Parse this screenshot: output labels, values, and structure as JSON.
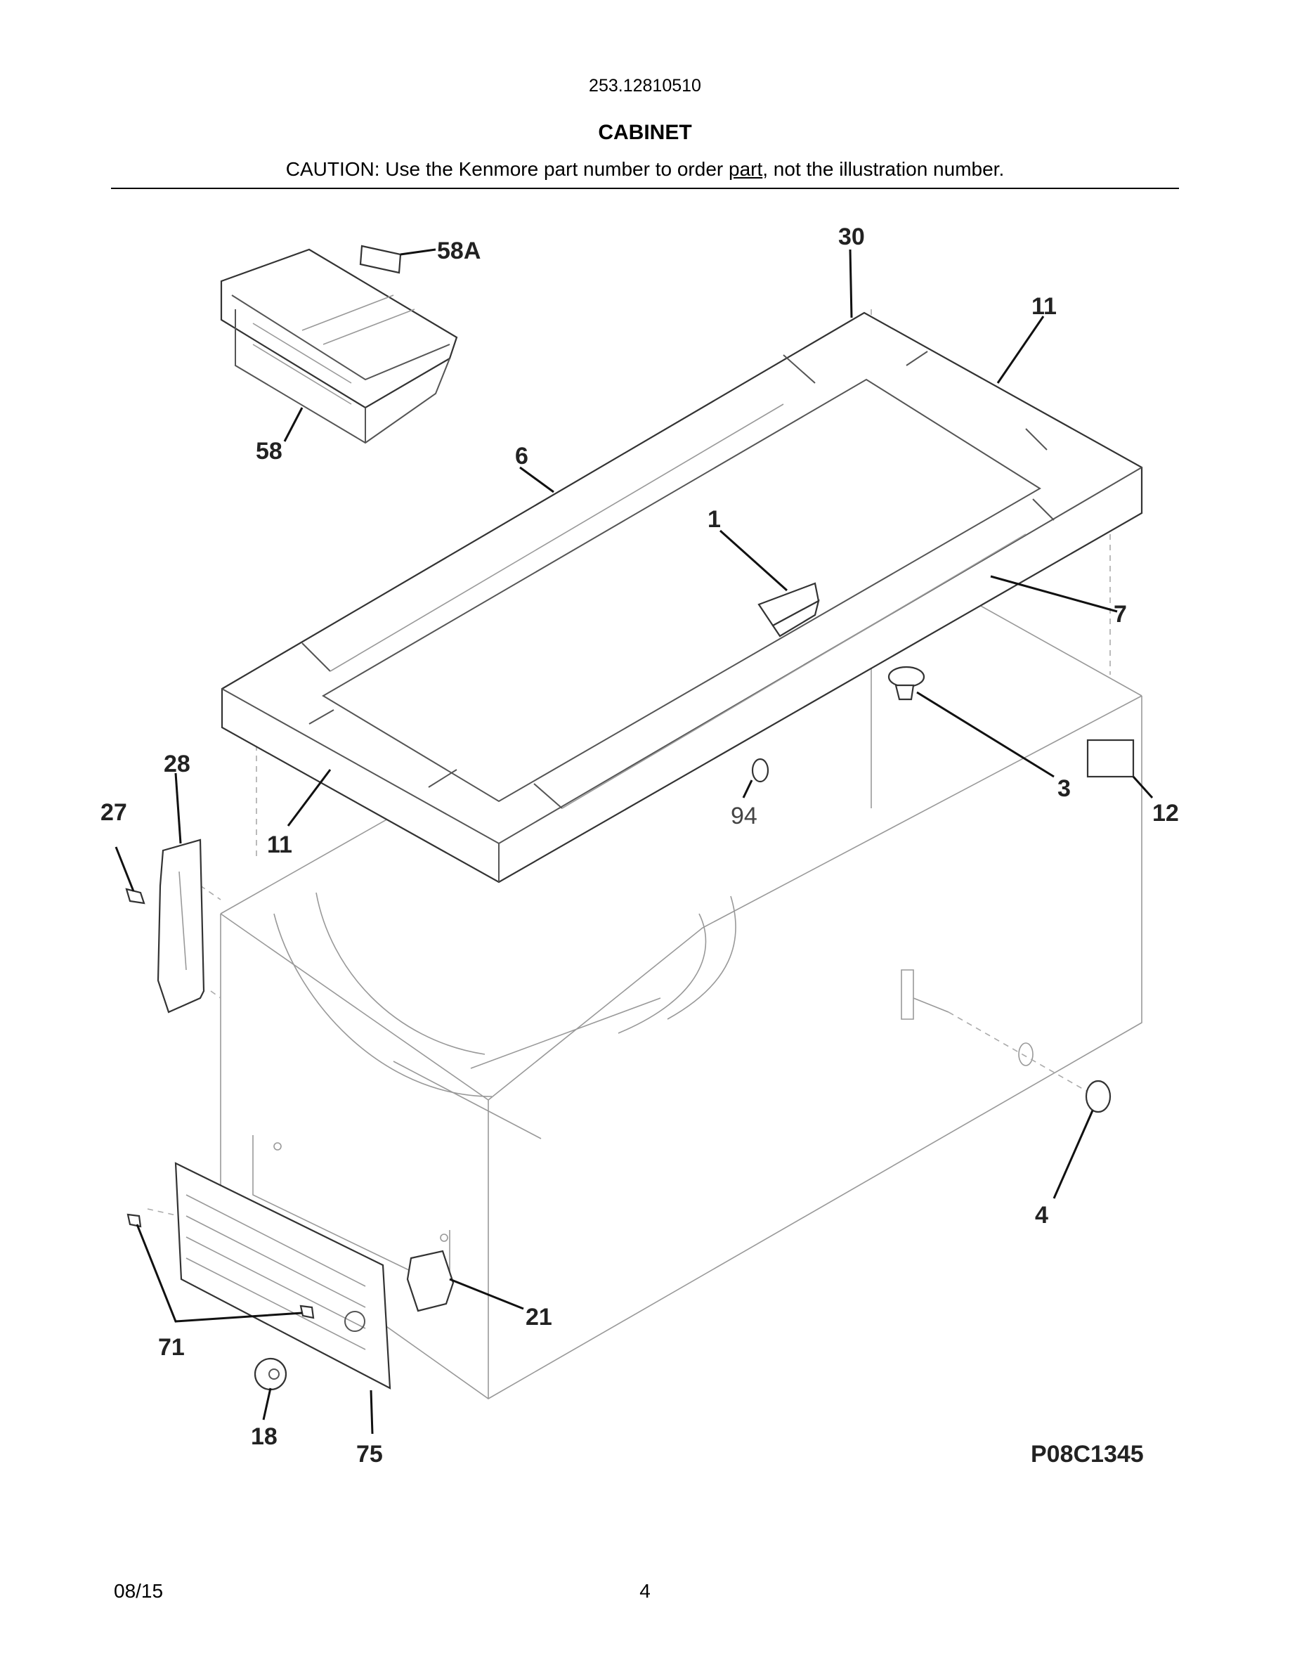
{
  "header": {
    "model_number": "253.12810510",
    "section_title": "CABINET",
    "caution_prefix": "CAUTION: Use the Kenmore part number to order ",
    "caution_link": "part",
    "caution_suffix": ", not the illustration number."
  },
  "diagram": {
    "drawing_id": "P08C1345",
    "callouts": [
      {
        "id": "58A",
        "part": "basket handle"
      },
      {
        "id": "58",
        "part": "basket"
      },
      {
        "id": "30",
        "part": "lid gasket corner"
      },
      {
        "id": "11",
        "part": "gasket side (right rear)"
      },
      {
        "id": "6",
        "part": "gasket long side (rear)"
      },
      {
        "id": "1",
        "part": "lid latch / drain plug"
      },
      {
        "id": "7",
        "part": "gasket long side (front)"
      },
      {
        "id": "3",
        "part": "thermostat knob"
      },
      {
        "id": "12",
        "part": "label"
      },
      {
        "id": "94",
        "part": "o-ring"
      },
      {
        "id": "28",
        "part": "hinge"
      },
      {
        "id": "27",
        "part": "hinge screw"
      },
      {
        "id": "11",
        "part": "gasket side (left)"
      },
      {
        "id": "4",
        "part": "drain cap"
      },
      {
        "id": "21",
        "part": "control"
      },
      {
        "id": "71",
        "part": "screws"
      },
      {
        "id": "18",
        "part": "knob"
      },
      {
        "id": "75",
        "part": "grille"
      }
    ]
  },
  "footer": {
    "date": "08/15",
    "page": "4"
  }
}
